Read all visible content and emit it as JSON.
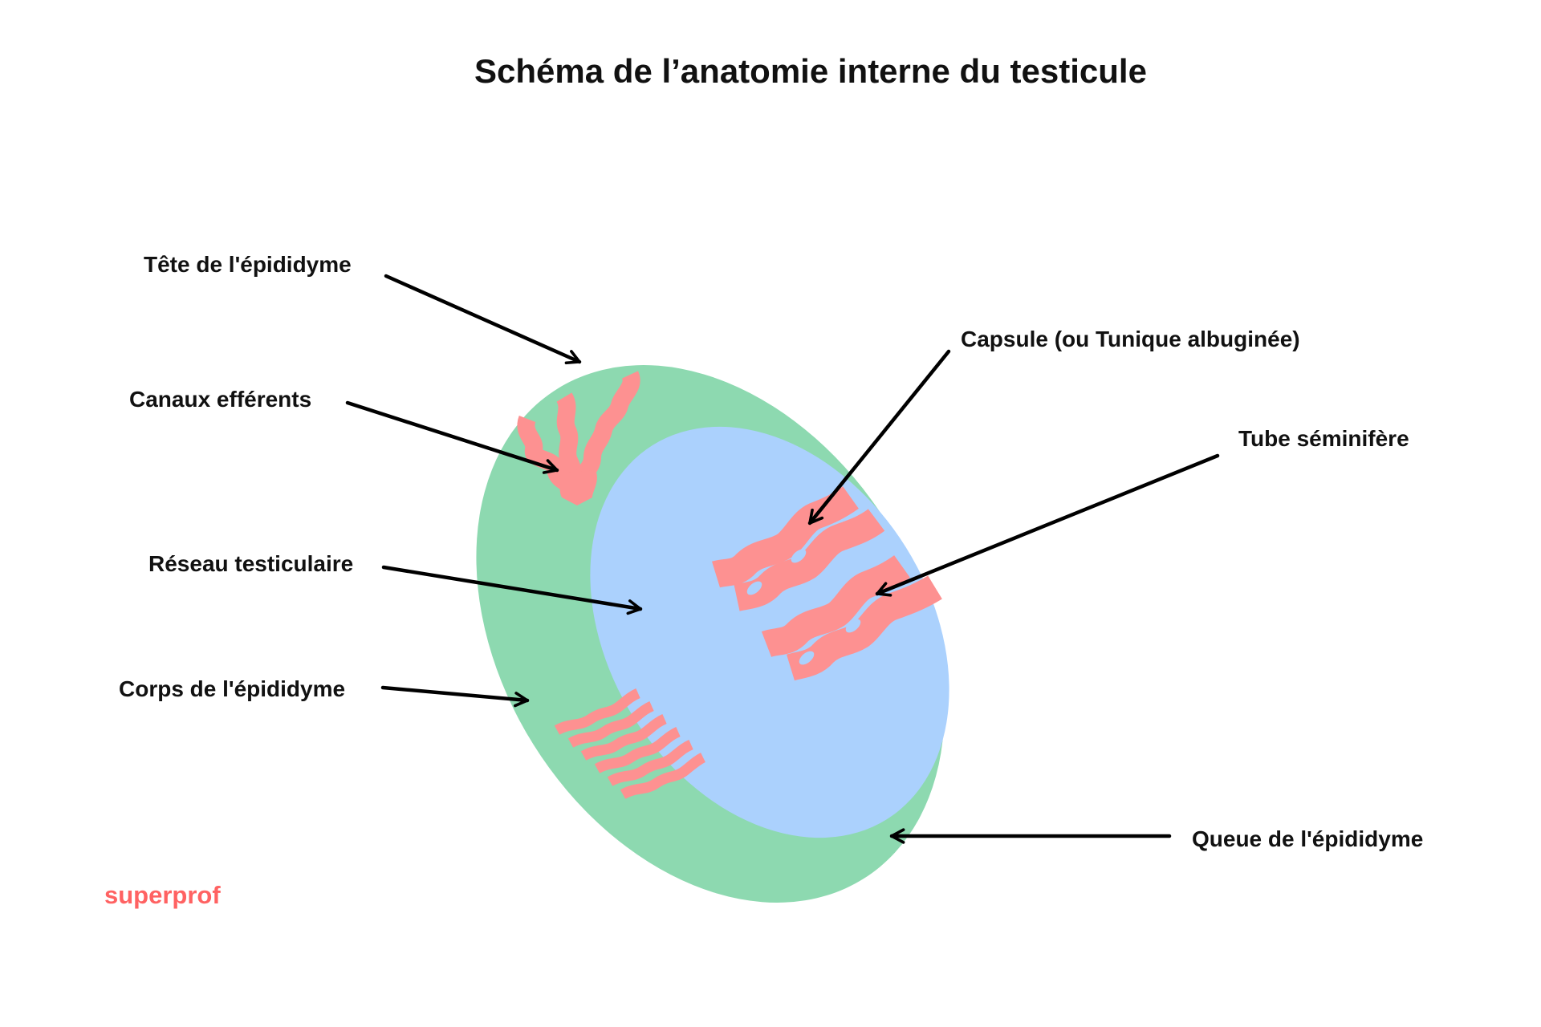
{
  "title": "Schéma de l’anatomie interne du testicule",
  "colors": {
    "epididymis_green": "#8DD9B0",
    "testis_blue": "#ABD1FD",
    "tubule_pink": "#FD9191",
    "text": "#111111",
    "arrow": "#000000",
    "brand": "#FF6262"
  },
  "labels": {
    "tete_epididyme": "Tête de l'épididyme",
    "canaux_efferents": "Canaux efférents",
    "reseau_testiculaire": "Réseau testiculaire",
    "corps_epididyme": "Corps de l'épididyme",
    "capsule": "Capsule (ou Tunique albuginée)",
    "tube_seminifere": "Tube séminifère",
    "queue_epididyme": "Queue de l'épididyme"
  },
  "brand": {
    "logo_text": "superprof"
  }
}
